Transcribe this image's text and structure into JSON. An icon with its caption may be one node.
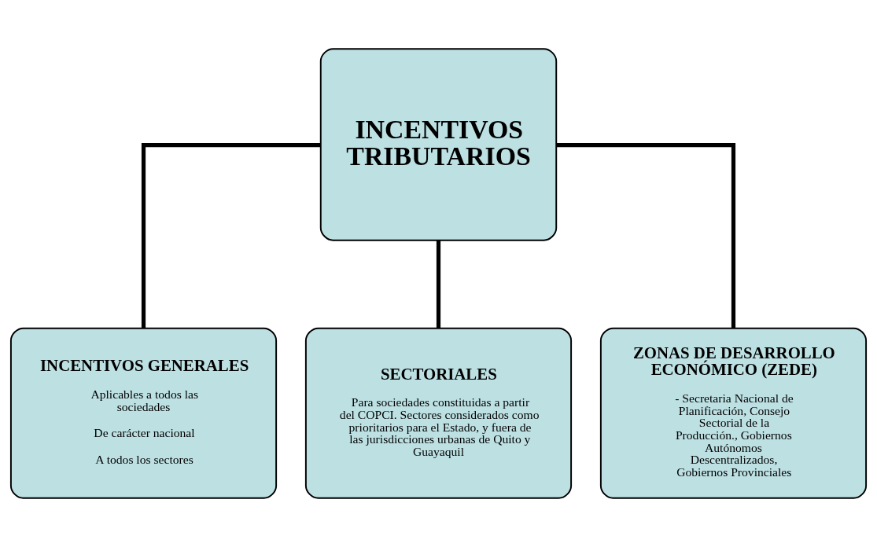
{
  "diagram": {
    "nodes": [
      {
        "text": [
          "INCENTIVOS TRIBUTARIOS"
        ]
      },
      {
        "text": [
          "INCENTIVOS GENERALES",
          "Aplicables a todos las sociedades",
          "De carácter nacional",
          "A todos los sectores"
        ]
      },
      {
        "text": [
          "SECTORIALES",
          "Para sociedades constituidas a partir del COPCI. Sectores considerados como prioritarios para el Estado, y fuera de las jurisdicciones urbanas de Quito y Guayaquil"
        ]
      },
      {
        "text": [
          "ZONAS DE DESARROLLO ECONÓMICO (ZEDE)",
          "- Secretaria Nacional de Planificación, Consejo Sectorial de la Producción., Gobiernos Autónomos Descentralizados, Gobiernos Provinciales"
        ]
      }
    ],
    "edges": [
      {
        "from": 0,
        "to": 1,
        "arrow": "none"
      },
      {
        "from": 0,
        "to": 2,
        "arrow": "none"
      },
      {
        "from": 0,
        "to": 3,
        "arrow": "none"
      }
    ]
  }
}
